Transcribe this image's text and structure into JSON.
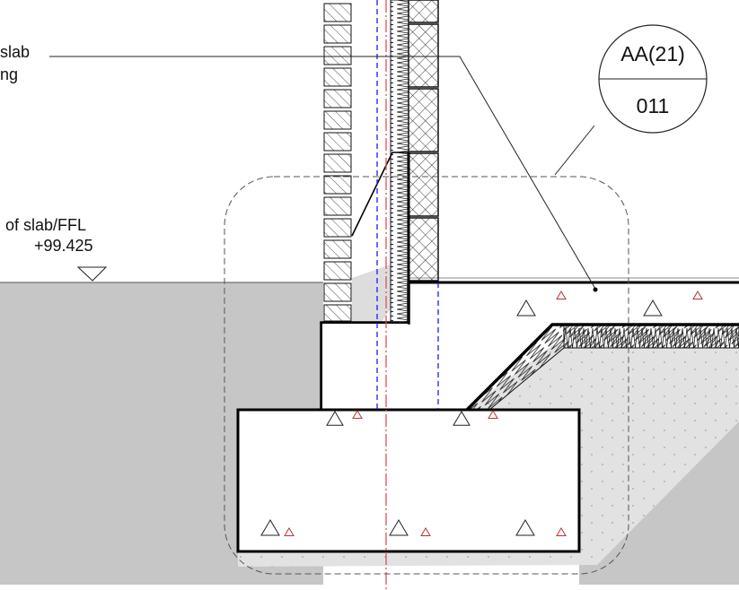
{
  "labels": {
    "line1": "slab",
    "line2": "ng",
    "level_text": "of slab/FFL",
    "level_value": "+99.425"
  },
  "callout": {
    "top": "AA(21)",
    "bottom": "011"
  },
  "colors": {
    "ground": "#c6c6c6",
    "hardcore": "#e2e2e2",
    "centerline": "#e05050",
    "gridline": "#1a1aff"
  }
}
